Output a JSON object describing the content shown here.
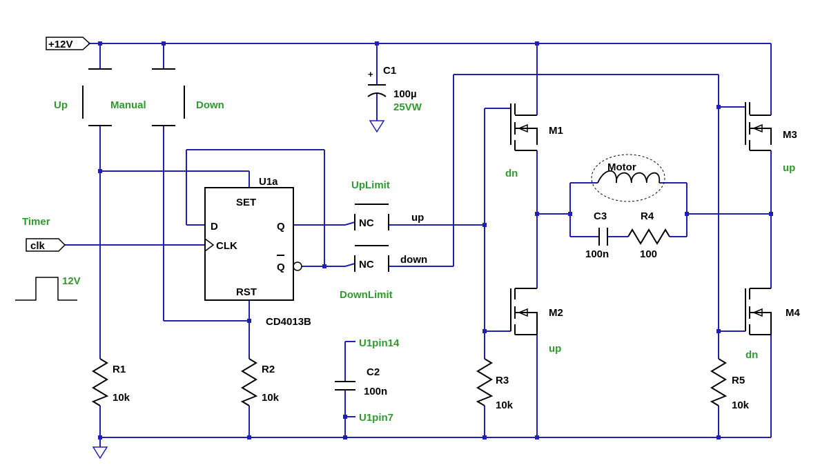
{
  "ports": {
    "vcc": "+12V",
    "clk": "clk"
  },
  "switch_labels": {
    "up": "Up",
    "manual": "Manual",
    "down": "Down",
    "up_limit": "UpLimit",
    "down_limit": "DownLimit",
    "nc": "NC"
  },
  "labels": {
    "timer": "Timer",
    "pulse_level": "12V",
    "net_up": "up",
    "net_down": "down",
    "motor": "Motor"
  },
  "flipflop": {
    "name": "U1a",
    "part": "CD4013B",
    "set": "SET",
    "rst": "RST",
    "d": "D",
    "q": "Q",
    "qbar": "Q",
    "clk": "CLK"
  },
  "components": {
    "c1": {
      "name": "C1",
      "value": "100µ",
      "rating": "25VW"
    },
    "c2": {
      "name": "C2",
      "value": "100n",
      "pin_top": "U1pin14",
      "pin_bottom": "U1pin7"
    },
    "c3": {
      "name": "C3",
      "value": "100n"
    },
    "r1": {
      "name": "R1",
      "value": "10k"
    },
    "r2": {
      "name": "R2",
      "value": "10k"
    },
    "r3": {
      "name": "R3",
      "value": "10k"
    },
    "r4": {
      "name": "R4",
      "value": "100"
    },
    "r5": {
      "name": "R5",
      "value": "10k"
    },
    "m1": {
      "name": "M1",
      "dir": "dn"
    },
    "m2": {
      "name": "M2",
      "dir": "up"
    },
    "m3": {
      "name": "M3",
      "dir": "up"
    },
    "m4": {
      "name": "M4",
      "dir": "dn"
    }
  },
  "colors": {
    "wire": "#1f1fb4",
    "net_label": "#2e9a2e",
    "symbol": "#000000"
  }
}
